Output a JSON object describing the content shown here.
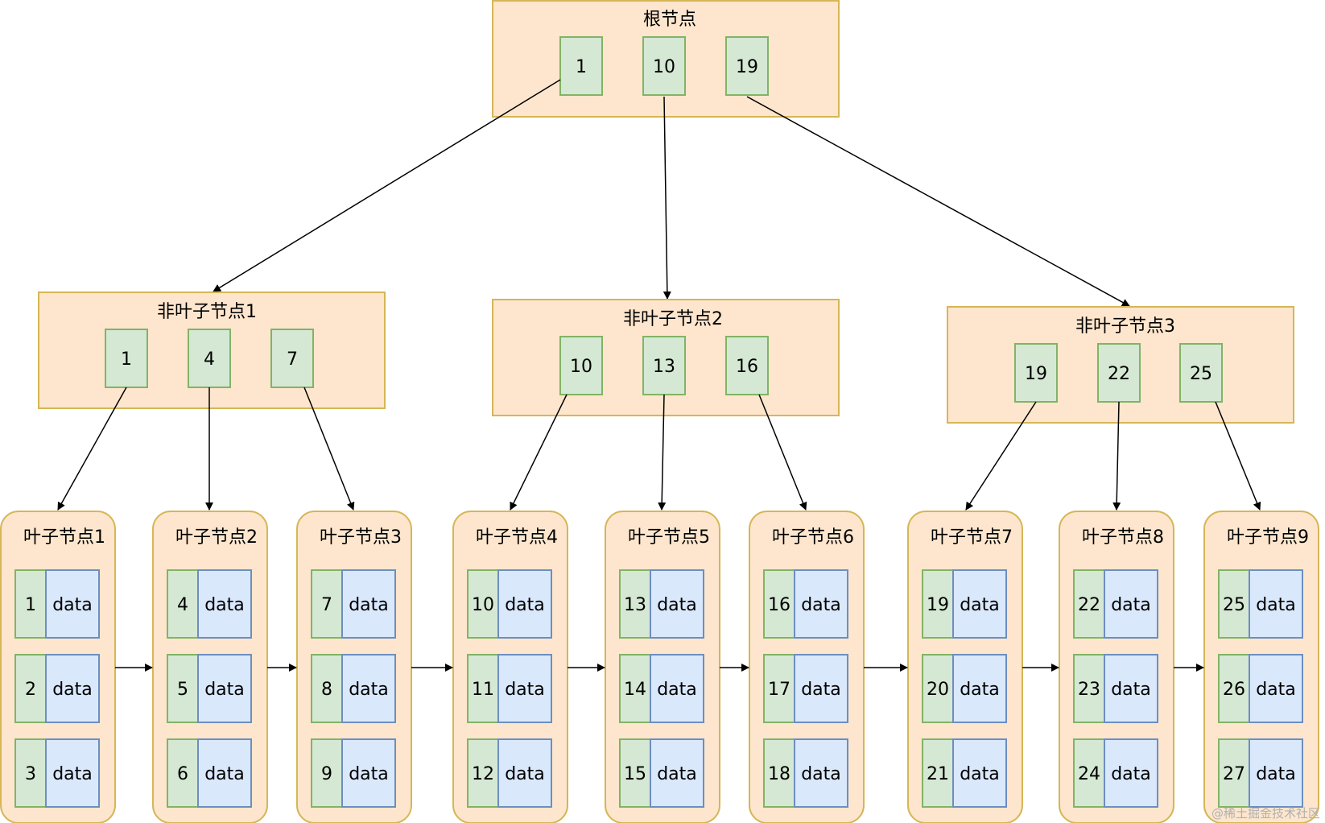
{
  "root": {
    "title": "根节点",
    "keys": [
      "1",
      "10",
      "19"
    ]
  },
  "internal_nodes": [
    {
      "title": "非叶子节点1",
      "keys": [
        "1",
        "4",
        "7"
      ]
    },
    {
      "title": "非叶子节点2",
      "keys": [
        "10",
        "13",
        "16"
      ]
    },
    {
      "title": "非叶子节点3",
      "keys": [
        "19",
        "22",
        "25"
      ]
    }
  ],
  "leaf_nodes": [
    {
      "title": "叶子节点1",
      "keys": [
        "1",
        "2",
        "3"
      ]
    },
    {
      "title": "叶子节点2",
      "keys": [
        "4",
        "5",
        "6"
      ]
    },
    {
      "title": "叶子节点3",
      "keys": [
        "7",
        "8",
        "9"
      ]
    },
    {
      "title": "叶子节点4",
      "keys": [
        "10",
        "11",
        "12"
      ]
    },
    {
      "title": "叶子节点5",
      "keys": [
        "13",
        "14",
        "15"
      ]
    },
    {
      "title": "叶子节点6",
      "keys": [
        "16",
        "17",
        "18"
      ]
    },
    {
      "title": "叶子节点7",
      "keys": [
        "19",
        "20",
        "21"
      ]
    },
    {
      "title": "叶子节点8",
      "keys": [
        "22",
        "23",
        "24"
      ]
    },
    {
      "title": "叶子节点9",
      "keys": [
        "25",
        "26",
        "27"
      ]
    }
  ],
  "data_label": "data",
  "watermark": "@稀土掘金技术社区",
  "colors": {
    "node_fill": "#fde6cd",
    "node_stroke": "#d6b656",
    "key_fill": "#d5e8d4",
    "key_stroke": "#82b366",
    "data_fill": "#dae8fc",
    "data_stroke": "#6c8ebf"
  }
}
